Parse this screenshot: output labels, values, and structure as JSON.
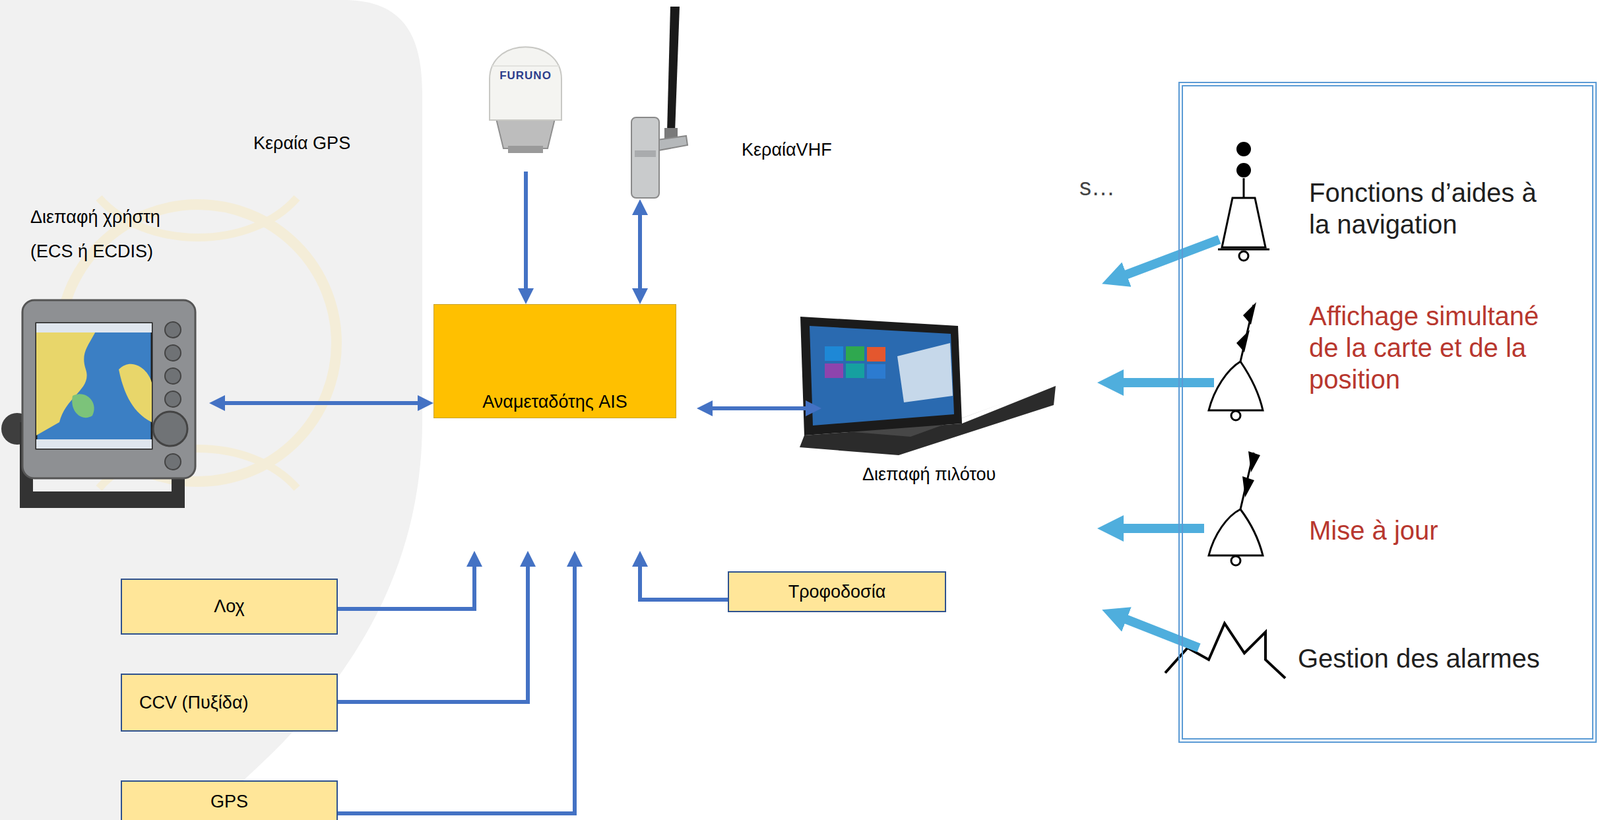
{
  "diagram": {
    "nodes": [
      {
        "text": [
          "Κεραία GPS"
        ]
      },
      {
        "text": [
          "ΚεραίαVHF"
        ]
      },
      {
        "text": [
          "Διεπαφή χρήστη (ECS ή ECDIS)"
        ]
      },
      {
        "text": [
          "Αναμεταδότης AIS"
        ]
      },
      {
        "text": [
          "Διεπαφή πιλότου"
        ]
      },
      {
        "text": [
          "Fonctions d’aides à la navigation",
          "Affichage simultané de la carte et de la position",
          "Mise à jour",
          "Gestion des alarmes"
        ]
      },
      {
        "text": [
          "Λοχ"
        ]
      },
      {
        "text": [
          "Τροφοδοσία"
        ]
      },
      {
        "text": [
          "CCV (Πυξίδα)"
        ]
      },
      {
        "text": [
          "GPS"
        ]
      }
    ],
    "edges": [
      {
        "from": 0,
        "to": 3,
        "arrow": "to"
      },
      {
        "from": 3,
        "to": 1,
        "arrow": "both"
      },
      {
        "from": 2,
        "to": 3,
        "arrow": "both"
      },
      {
        "from": 3,
        "to": 4,
        "arrow": "both"
      },
      {
        "from": 6,
        "to": 3,
        "arrow": "to"
      },
      {
        "from": 8,
        "to": 3,
        "arrow": "to"
      },
      {
        "from": 9,
        "to": 3,
        "arrow": "to"
      },
      {
        "from": 7,
        "to": 3,
        "arrow": "to"
      }
    ],
    "labels": [
      "s…",
      "FURUNO"
    ]
  }
}
